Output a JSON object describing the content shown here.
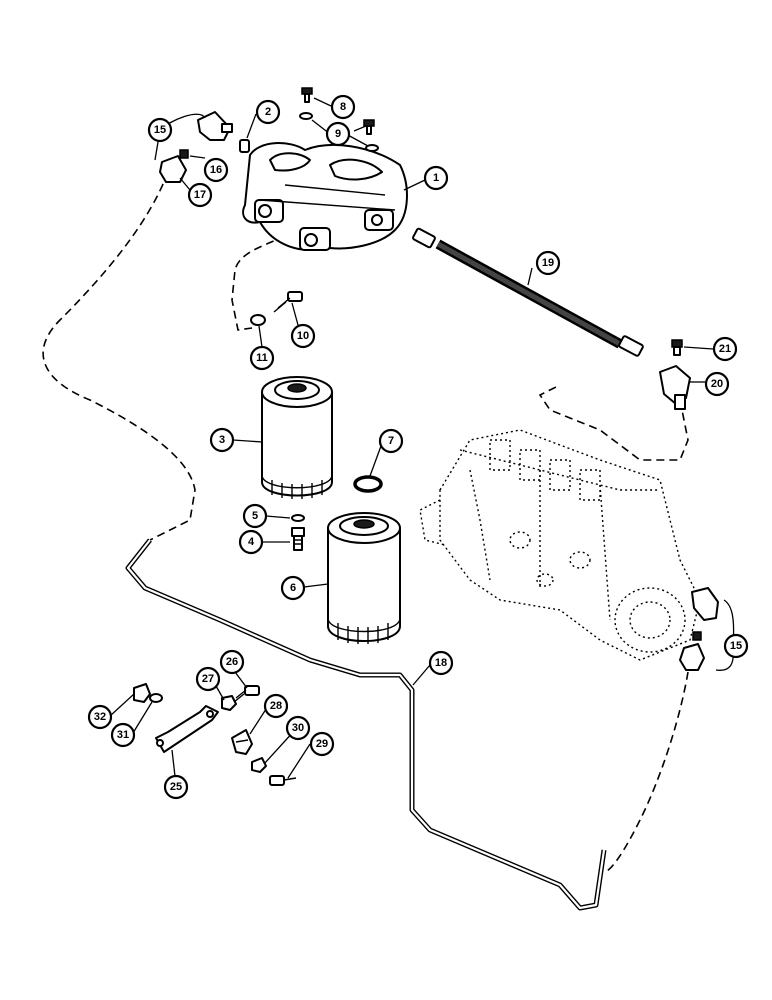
{
  "callouts": {
    "c1": "1",
    "c2": "2",
    "c3": "3",
    "c4": "4",
    "c5": "5",
    "c6": "6",
    "c7": "7",
    "c8": "8",
    "c9": "9",
    "c10": "10",
    "c11": "11",
    "c15a": "15",
    "c15b": "15",
    "c16": "16",
    "c17": "17",
    "c18": "18",
    "c19": "19",
    "c20": "20",
    "c21": "21",
    "c25": "25",
    "c26": "26",
    "c27": "27",
    "c28": "28",
    "c29": "29",
    "c30": "30",
    "c31": "31",
    "c32": "32"
  }
}
